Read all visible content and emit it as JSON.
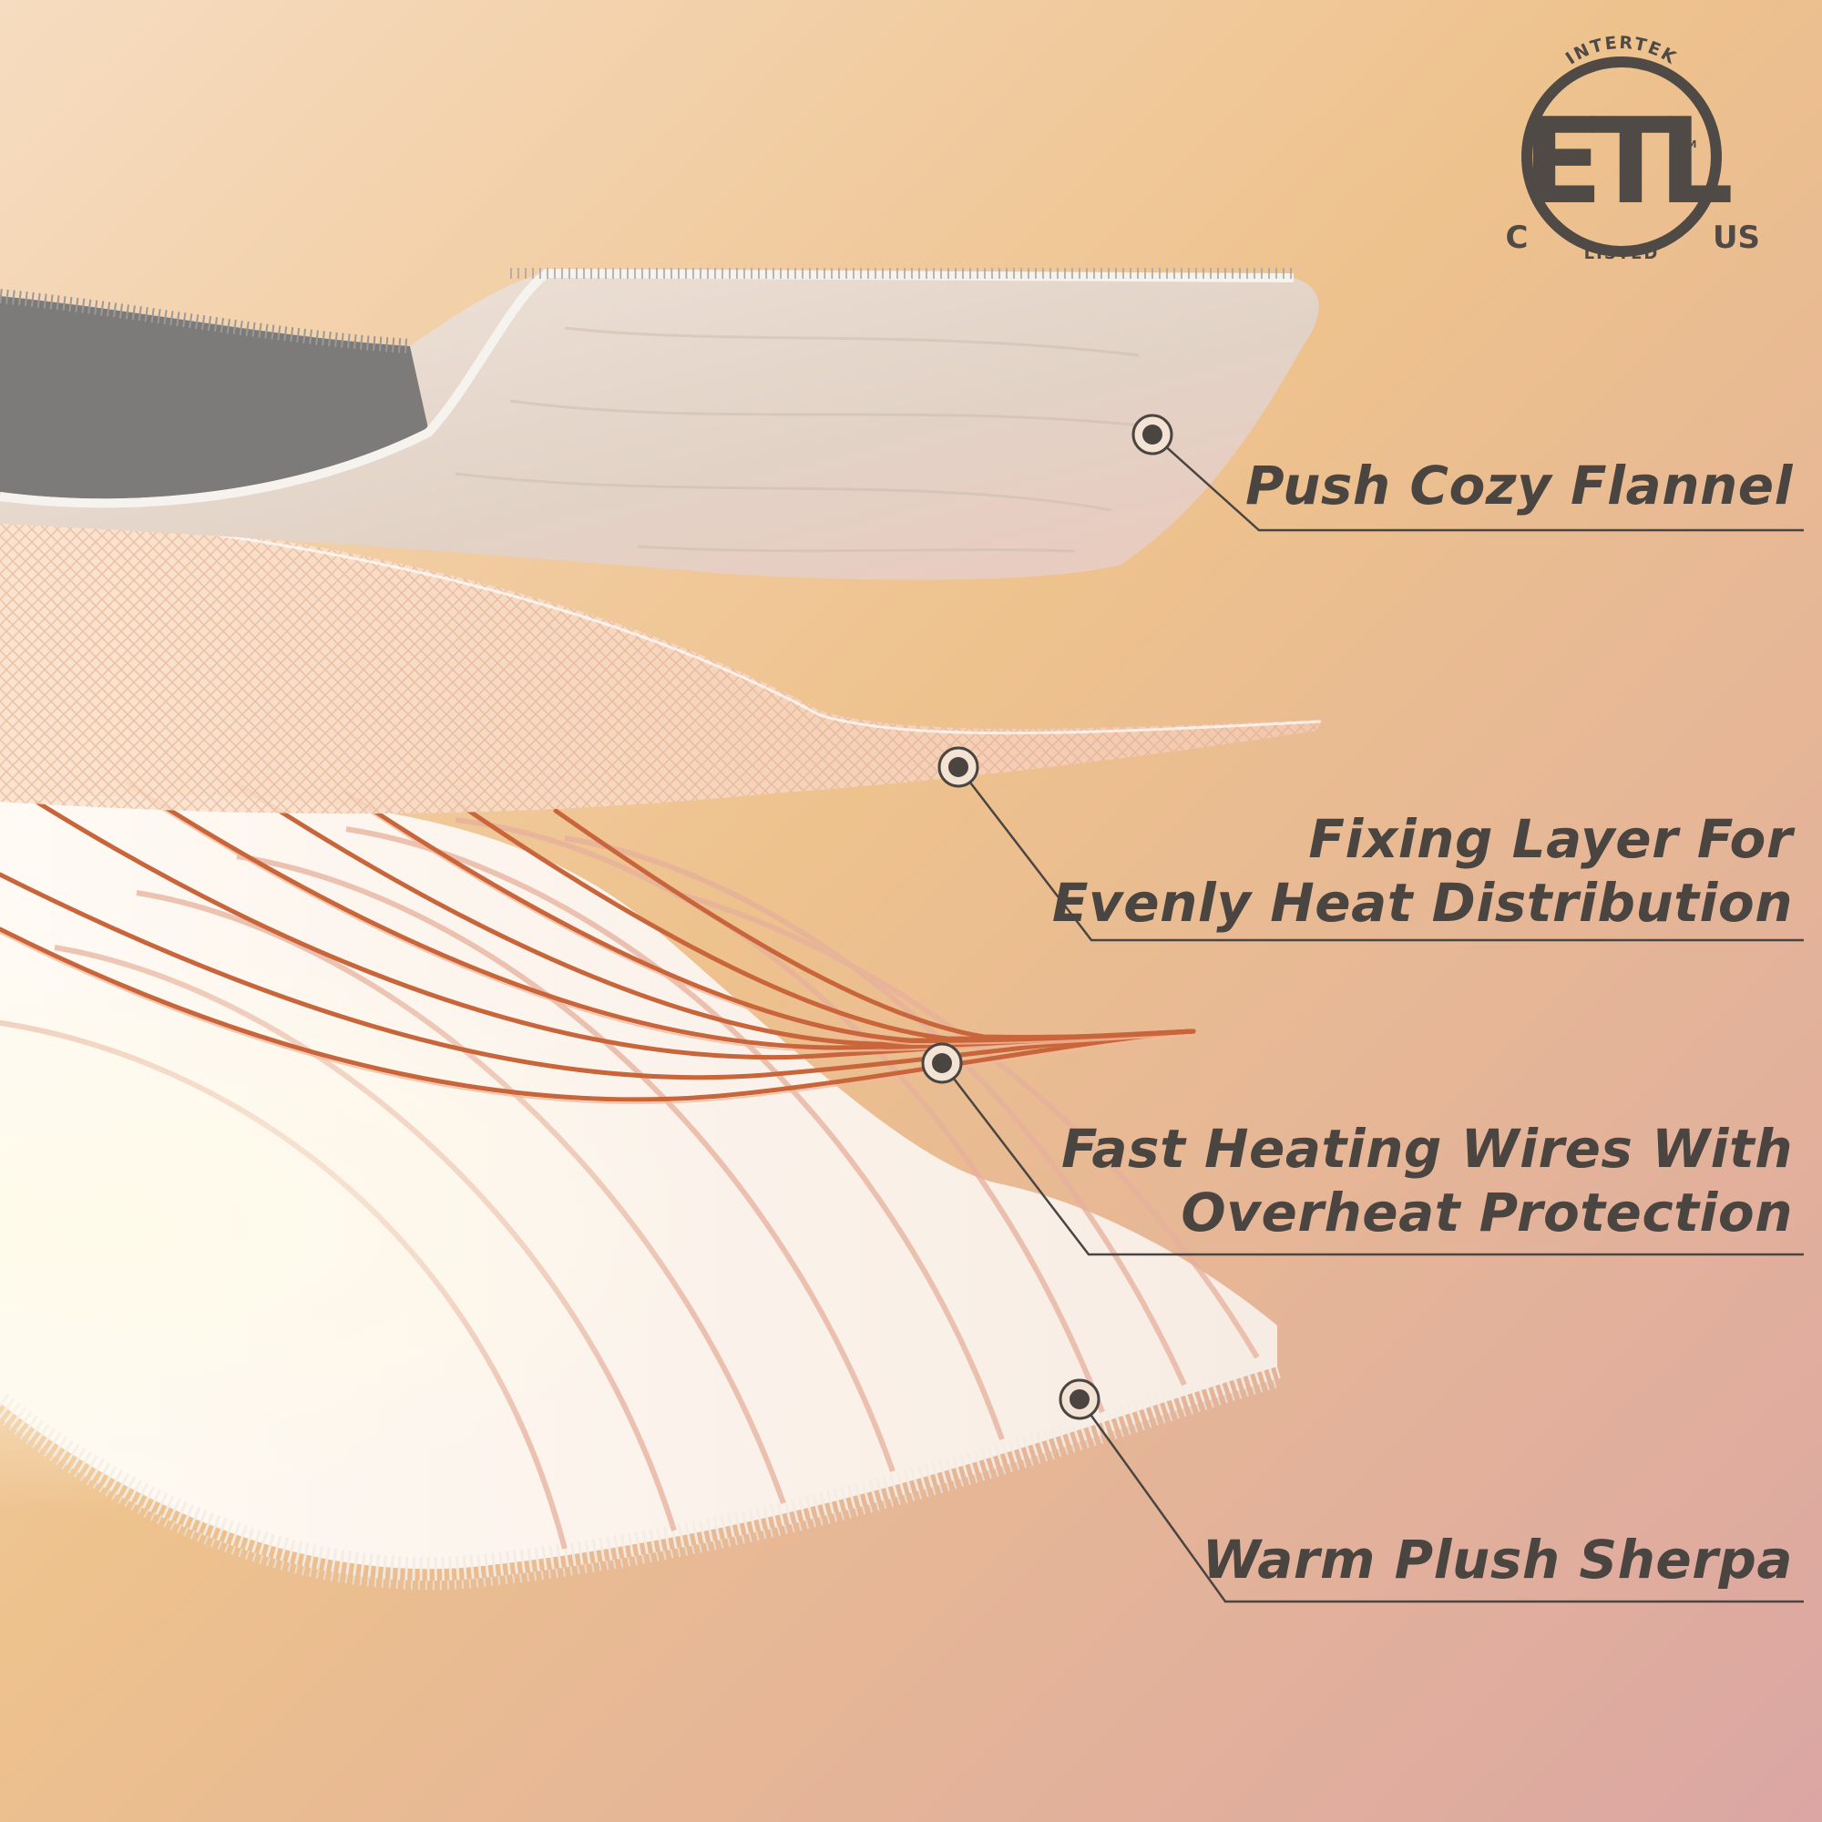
{
  "colors": {
    "bg_top_left": "#f6dcc0",
    "bg_mid": "#eec28d",
    "bg_bottom_right": "#dba6a3",
    "text": "#4a4540",
    "leader": "#4a4540",
    "flannel": "#e7d8cc",
    "fur": "#7d7b7a",
    "mesh": "#f7d9c2",
    "copper": "#c8653a",
    "sherpa": "#fdf7f1"
  },
  "certification": {
    "top_text": "INTERTEK",
    "mark": "ETL",
    "small_mark": "CM",
    "bottom_text": "LISTED",
    "left_text": "C",
    "right_text": "US"
  },
  "layers": [
    {
      "id": "flannel",
      "lines": [
        "Push Cozy Flannel"
      ]
    },
    {
      "id": "fixing",
      "lines": [
        "Fixing Layer For",
        "Evenly Heat Distribution"
      ]
    },
    {
      "id": "wires",
      "lines": [
        "Fast Heating Wires With",
        "Overheat Protection"
      ]
    },
    {
      "id": "sherpa",
      "lines": [
        "Warm Plush Sherpa"
      ]
    }
  ]
}
